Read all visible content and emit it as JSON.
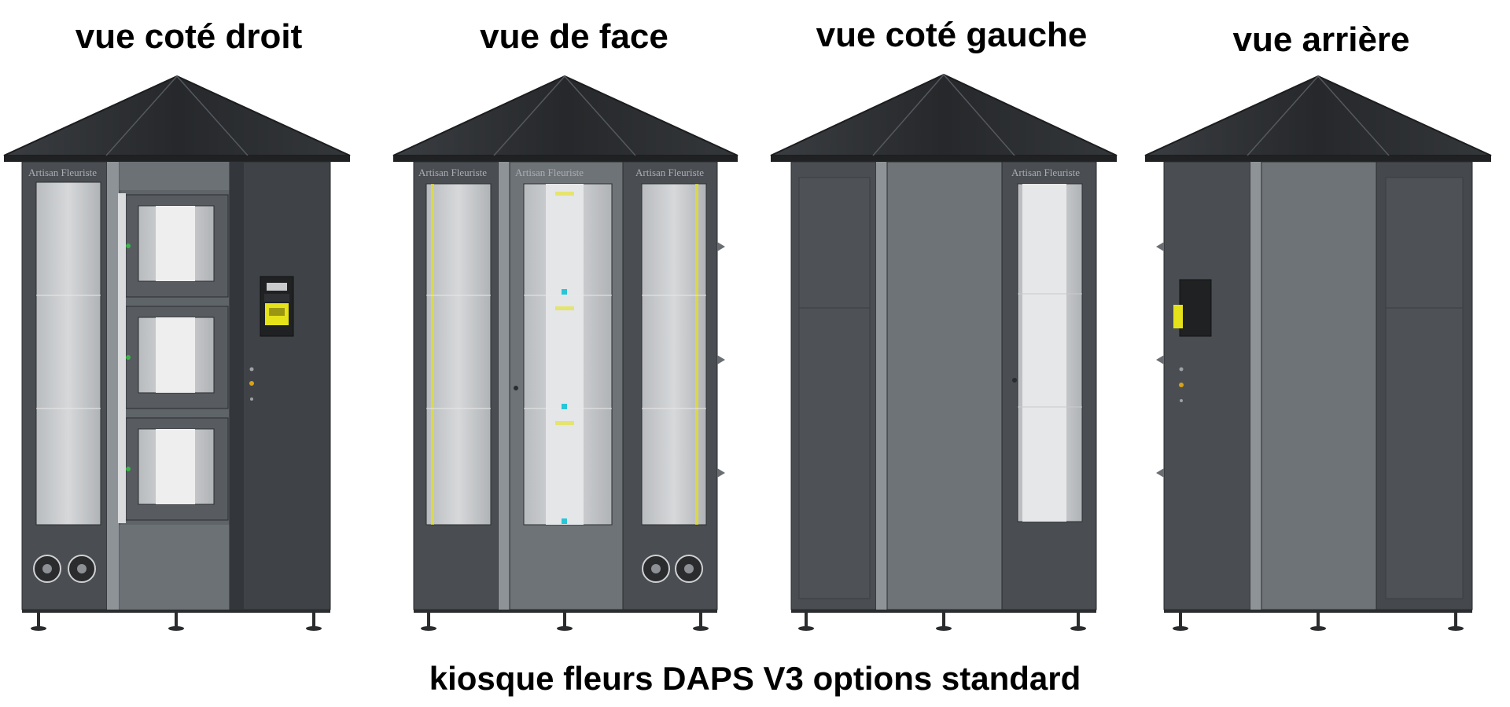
{
  "views": [
    {
      "title": "vue coté droit"
    },
    {
      "title": "vue de face"
    },
    {
      "title": "vue coté gauche"
    },
    {
      "title": "vue arrière"
    }
  ],
  "brand_label": "Artisan Fleuriste",
  "caption": "kiosque fleurs DAPS V3 options standard",
  "colors": {
    "roof": "#2b2d30",
    "body_dark": "#45494e",
    "body_mid": "#5b6066",
    "body_light": "#707579",
    "glass": "#c9cbcd",
    "accent_yellow": "#e6e21a",
    "accent_cyan": "#27c6d8"
  }
}
